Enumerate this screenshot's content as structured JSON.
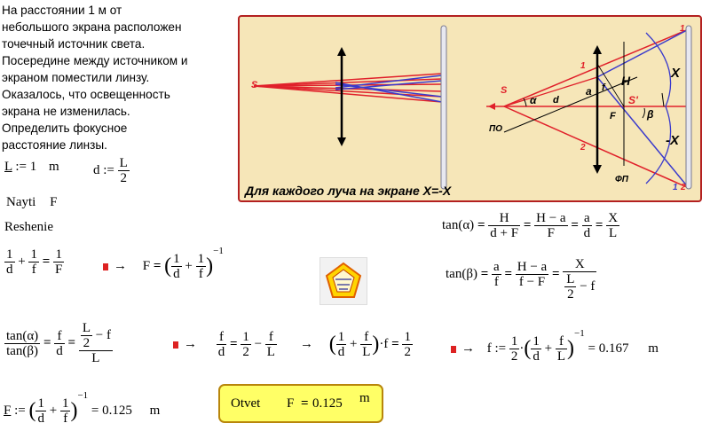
{
  "problem": {
    "lines": [
      "На расстоянии 1 м от",
      "небольшого экрана расположен",
      "точечный источник света.",
      "Посередине между источником и",
      "экраном поместили линзу.",
      "Оказалось, что освещенность",
      "экрана не изменилась.",
      "Определить фокусное",
      "расстояние линзы."
    ]
  },
  "given": {
    "L_name": "L",
    "assign": ":=",
    "L_value": "1",
    "L_unit": "m",
    "d_name": "d",
    "d_num": "L",
    "d_den": "2"
  },
  "labels": {
    "nayti": "Nayti",
    "nayti_var": "F",
    "reshenie": "Reshenie"
  },
  "eq1": {
    "lhs1_num": "1",
    "lhs1_den": "d",
    "plus": "+",
    "lhs2_num": "1",
    "lhs2_den": "f",
    "eq": "=",
    "rhs_num": "1",
    "rhs_den": "F",
    "arrow": "→",
    "F": "F",
    "inner1_num": "1",
    "inner1_den": "d",
    "inner2_num": "1",
    "inner2_den": "f",
    "exp": "−1"
  },
  "tan_alpha": {
    "lhs": "tan(α)",
    "f1_num": "H",
    "f1_den": "d + F",
    "f2_num": "H − a",
    "f2_den": "F",
    "f3_num": "a",
    "f3_den": "d",
    "f4_num": "X",
    "f4_den": "L"
  },
  "tan_beta": {
    "lhs": "tan(β)",
    "f1_num": "a",
    "f1_den": "f",
    "f2_num": "H − a",
    "f2_den": "f − F",
    "f3_num": "X",
    "f3_den_top": "L",
    "f3_den_bot": "2",
    "f3_den_tail": "− f"
  },
  "eq2": {
    "ratio_num": "tan(α)",
    "ratio_den": "tan(β)",
    "fd_num": "f",
    "fd_den": "d",
    "big_num_top": "L",
    "big_num_bot": "2",
    "big_num_tail": "− f",
    "big_den": "L",
    "s2_lhs_num": "f",
    "s2_lhs_den": "d",
    "s2_r1_num": "1",
    "s2_r1_den": "2",
    "minus": "−",
    "s2_r2_num": "f",
    "s2_r2_den": "L",
    "s3_dot": "·f",
    "s3_rhs_num": "1",
    "s3_rhs_den": "2",
    "s4_f": "f",
    "s4_half_num": "1",
    "s4_half_den": "2",
    "s4_result": "0.167",
    "s4_unit": "m"
  },
  "final_eq": {
    "F": "F",
    "assign": ":=",
    "result": "0.125",
    "unit": "m"
  },
  "answer": {
    "label": "Otvet",
    "var": "F",
    "eq": "=",
    "value": "0.125",
    "unit": "m"
  },
  "diagram": {
    "caption": "Для каждого луча на экране X=-X",
    "left_S": "S",
    "right_S": "S",
    "S_prime": "S'",
    "PO": "ПО",
    "FP": "ФП",
    "H": "H",
    "a": "a",
    "f": "f",
    "d": "d",
    "F": "F",
    "alpha": "α",
    "beta": "β",
    "X": "X",
    "negX": "-X",
    "n1_top": "1",
    "n1_mid": "1",
    "n2_mid": "2",
    "n1_bot": "1",
    "n2_bot": "2",
    "colors": {
      "panel": "#f6e6b8",
      "border": "#b32020",
      "red_ray": "#e0202a",
      "blue_ray": "#3a3acc"
    }
  },
  "logo": {
    "icon": "mathcad-pentagon-logo"
  }
}
